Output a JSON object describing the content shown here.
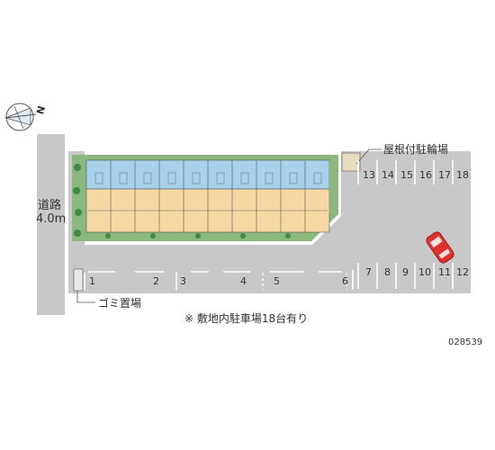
{
  "compass": {
    "label": "N",
    "icon": "compass-icon"
  },
  "road": {
    "name": "道路",
    "width": "4.0m"
  },
  "labels": {
    "bicycle_parking": "屋根付駐輪場",
    "garbage": "ゴミ置場",
    "note": "※ 敷地内駐車場18台有り",
    "property_code": "028539"
  },
  "parking": {
    "lower_row": [
      "1",
      "2",
      "3",
      "4",
      "5",
      "6"
    ],
    "right_lower_row": [
      "7",
      "8",
      "9",
      "10",
      "11",
      "12"
    ],
    "right_upper_row": [
      "13",
      "14",
      "15",
      "16",
      "17",
      "18"
    ],
    "highlighted_space": "11"
  },
  "colors": {
    "ground": "#c8c8c8",
    "road": "#c8c8c8",
    "building_roof": "#a8d2ec",
    "building_rooms": "#f6d8a4",
    "greenery": "#3f8a3f",
    "car": "#e03030"
  }
}
